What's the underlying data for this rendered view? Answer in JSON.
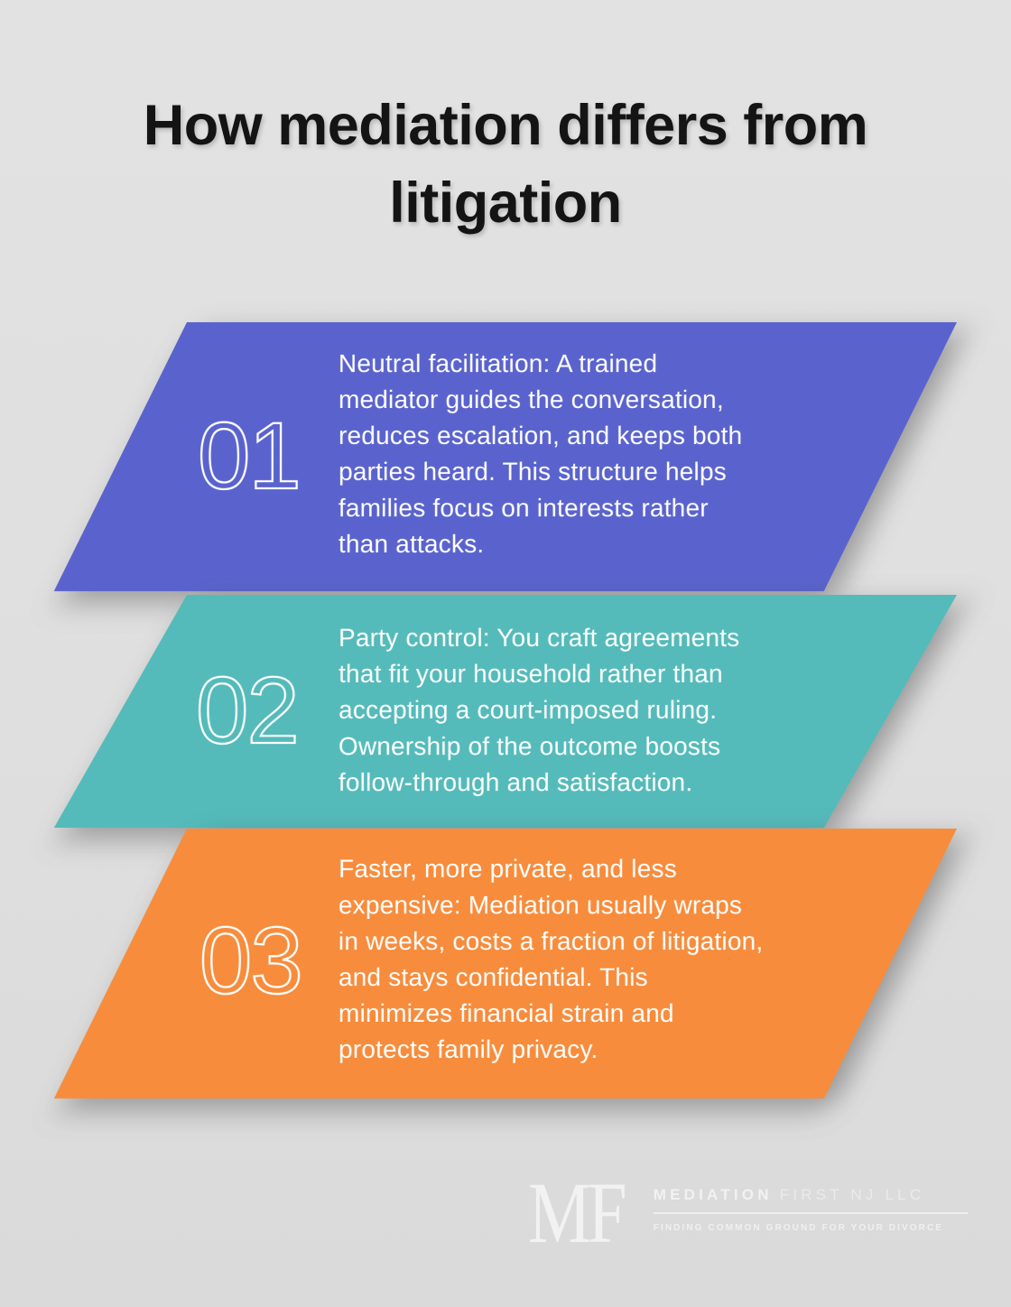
{
  "title": "How mediation differs from\nlitigation",
  "steps": [
    {
      "number": "01",
      "color": "#5a63cd",
      "color_name": "purple",
      "text": "Neutral facilitation: A trained\nmediator guides the conversation,\nreduces escalation, and keeps both\nparties heard. This structure helps\nfamilies focus on interests rather\nthan attacks."
    },
    {
      "number": "02",
      "color": "#54bbba",
      "color_name": "teal",
      "text": "Party control: You craft agreements\nthat fit your household rather than\naccepting a court-imposed ruling.\nOwnership of the outcome boosts\nfollow-through and satisfaction."
    },
    {
      "number": "03",
      "color": "#f78c3c",
      "color_name": "orange",
      "text": "Faster, more private, and less\nexpensive: Mediation usually wraps\nin weeks, costs a fraction of litigation,\nand stays confidential. This\nminimizes financial strain and\nprotects family privacy."
    }
  ],
  "footer": {
    "monogram": "MF",
    "brand_primary": "MEDIATION",
    "brand_secondary": "FIRST NJ LLC",
    "tagline": "FINDING COMMON GROUND FOR YOUR DIVORCE"
  },
  "colors": {
    "background": "#e0e0e0",
    "title_text": "#141414",
    "band_text": "#ffffff",
    "logo_text": "#f1f1f1"
  }
}
